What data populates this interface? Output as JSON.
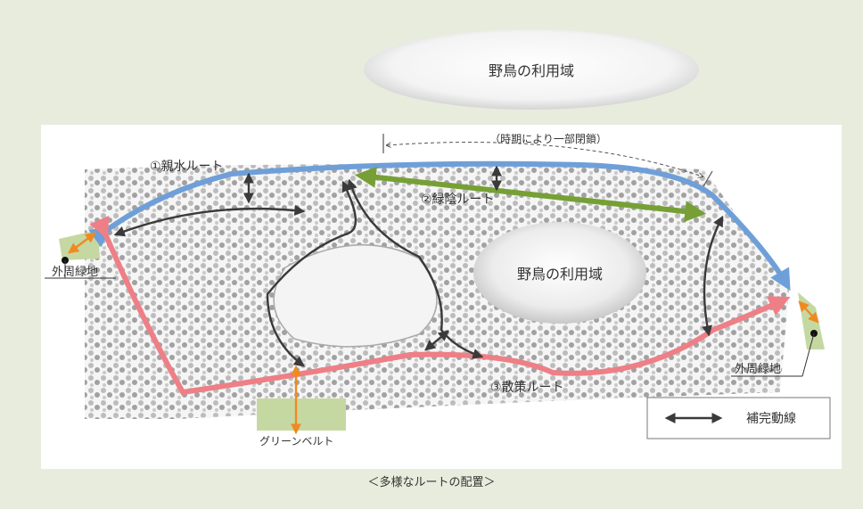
{
  "top_zone_label": "野鳥の利用域",
  "inner_zone_label": "野鳥の利用域",
  "closure_note": "（時期により一部閉鎖）",
  "routes": {
    "route1": "①親水ルート",
    "route2": "②緑陰ルート",
    "route3": "③散策ルート"
  },
  "outer_green_left": "外周緑地",
  "outer_green_right": "外周緑地",
  "green_belt": "グリーンベルト",
  "legend_label": "補完動線",
  "caption": "＜多様なルートの配置＞",
  "colors": {
    "route1": "#6f9fd8",
    "route2": "#76a035",
    "route3": "#ee7f86",
    "connector": "#3a3a3a",
    "orange": "#ef8a22",
    "green_area": "#c6d8a2",
    "background": "#e8ecdd"
  }
}
